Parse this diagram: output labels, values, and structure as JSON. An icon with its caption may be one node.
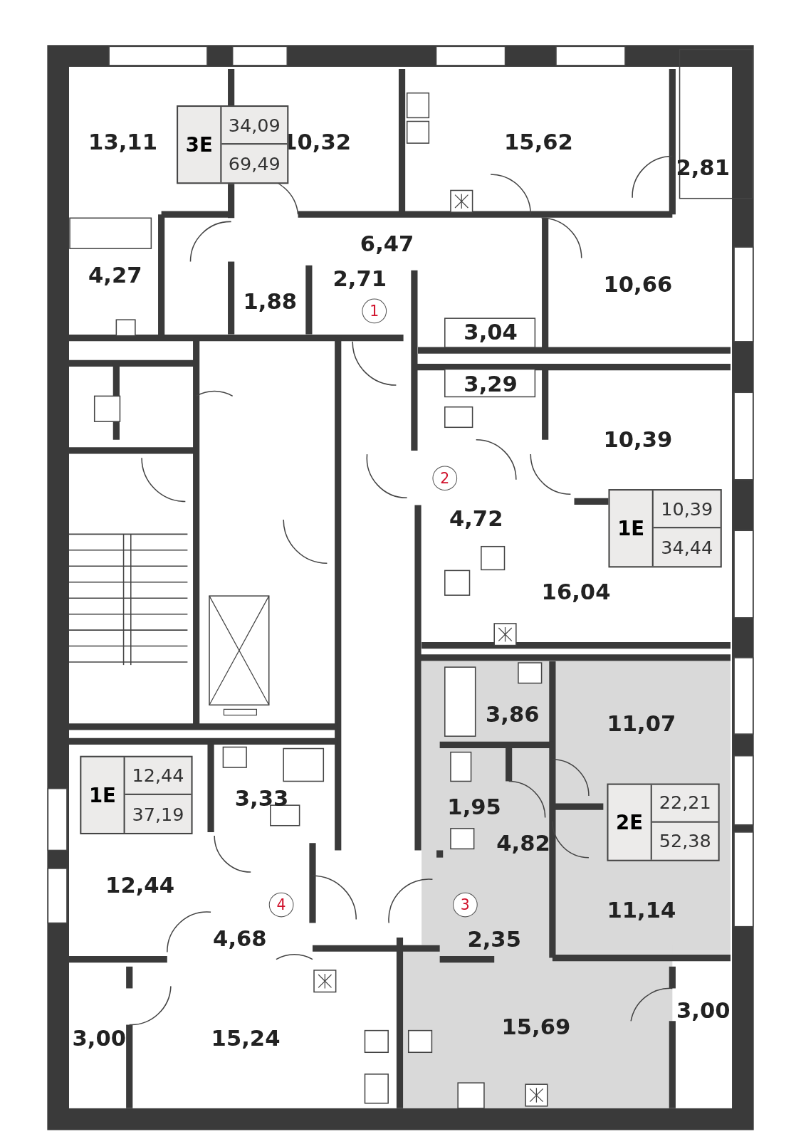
{
  "diagram": {
    "nodes": [
      {
        "text": [
          "13,11"
        ]
      },
      {
        "text": [
          "3E",
          "34,09",
          "69,49"
        ]
      },
      {
        "text": [
          "10,32"
        ]
      },
      {
        "text": [
          "15,62"
        ]
      },
      {
        "text": [
          "2,81"
        ]
      },
      {
        "text": [
          "4,27"
        ]
      },
      {
        "text": [
          "6,47"
        ]
      },
      {
        "text": [
          "1,88"
        ]
      },
      {
        "text": [
          "2,71"
        ]
      },
      {
        "text": [
          "1"
        ]
      },
      {
        "text": [
          "10,66"
        ]
      },
      {
        "text": [
          "3,04"
        ]
      },
      {
        "text": [
          "3,29"
        ]
      },
      {
        "text": [
          "10,39"
        ]
      },
      {
        "text": [
          "2"
        ]
      },
      {
        "text": [
          "1E",
          "10,39",
          "34,44"
        ]
      },
      {
        "text": [
          "4,72"
        ]
      },
      {
        "text": [
          "16,04"
        ]
      },
      {
        "text": [
          "3,86"
        ]
      },
      {
        "text": [
          "11,07"
        ]
      },
      {
        "text": [
          "1,95"
        ]
      },
      {
        "text": [
          "4,82"
        ]
      },
      {
        "text": [
          "2E",
          "22,21",
          "52,38"
        ]
      },
      {
        "text": [
          "11,14"
        ]
      },
      {
        "text": [
          "3"
        ]
      },
      {
        "text": [
          "2,35"
        ]
      },
      {
        "text": [
          "12,44"
        ]
      },
      {
        "text": [
          "1E",
          "12,44",
          "37,19"
        ]
      },
      {
        "text": [
          "3,33"
        ]
      },
      {
        "text": [
          "4"
        ]
      },
      {
        "text": [
          "4,68"
        ]
      },
      {
        "text": [
          "3,00"
        ]
      },
      {
        "text": [
          "15,24"
        ]
      },
      {
        "text": [
          "15,69"
        ]
      },
      {
        "text": [
          "3,00"
        ]
      }
    ]
  }
}
